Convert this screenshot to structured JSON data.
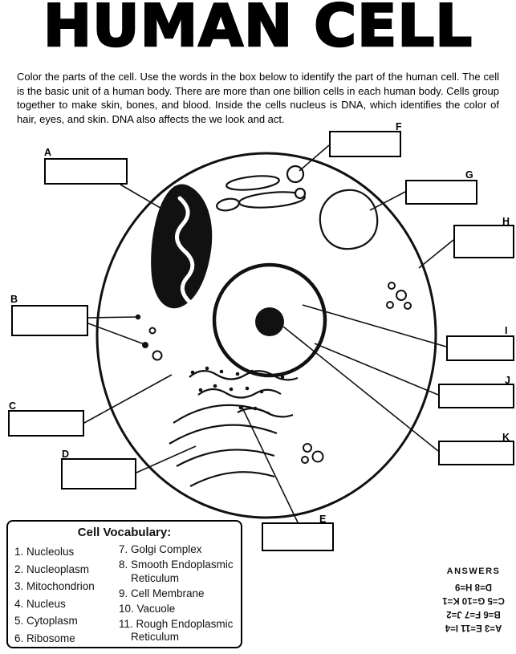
{
  "page": {
    "title": "HUMAN CELL",
    "instructions": "Color the parts of the cell. Use the words in the box below to identify the part of the human cell. The cell is the basic unit of a human body. There are more than one billion cells in each human body. Cells group together to make skin, bones, and blood. Inside the cells nucleus is DNA, which identifies the color of hair, eyes, and skin. DNA also affects the we look and act."
  },
  "diagram": {
    "labels": [
      "A",
      "B",
      "C",
      "D",
      "E",
      "F",
      "G",
      "H",
      "I",
      "J",
      "K"
    ]
  },
  "vocabulary": {
    "title": "Cell Vocabulary:",
    "left_column": [
      "1. Nucleolus",
      "2. Nucleoplasm",
      "3. Mitochondrion",
      "4. Nucleus",
      "5. Cytoplasm",
      "6. Ribosome"
    ],
    "right_column": [
      "7. Golgi Complex",
      "8. Smooth Endoplasmic\n    Reticulum",
      "9. Cell Membrane",
      "10. Vacuole",
      "11. Rough Endoplasmic\n    Reticulum"
    ]
  },
  "answers": {
    "title": "ANSWERS",
    "lines": [
      "A=3 E=11 I=4",
      "B=6 F=7 J=2",
      "C=5 G=10 K=1",
      "D=8 H=9"
    ]
  }
}
